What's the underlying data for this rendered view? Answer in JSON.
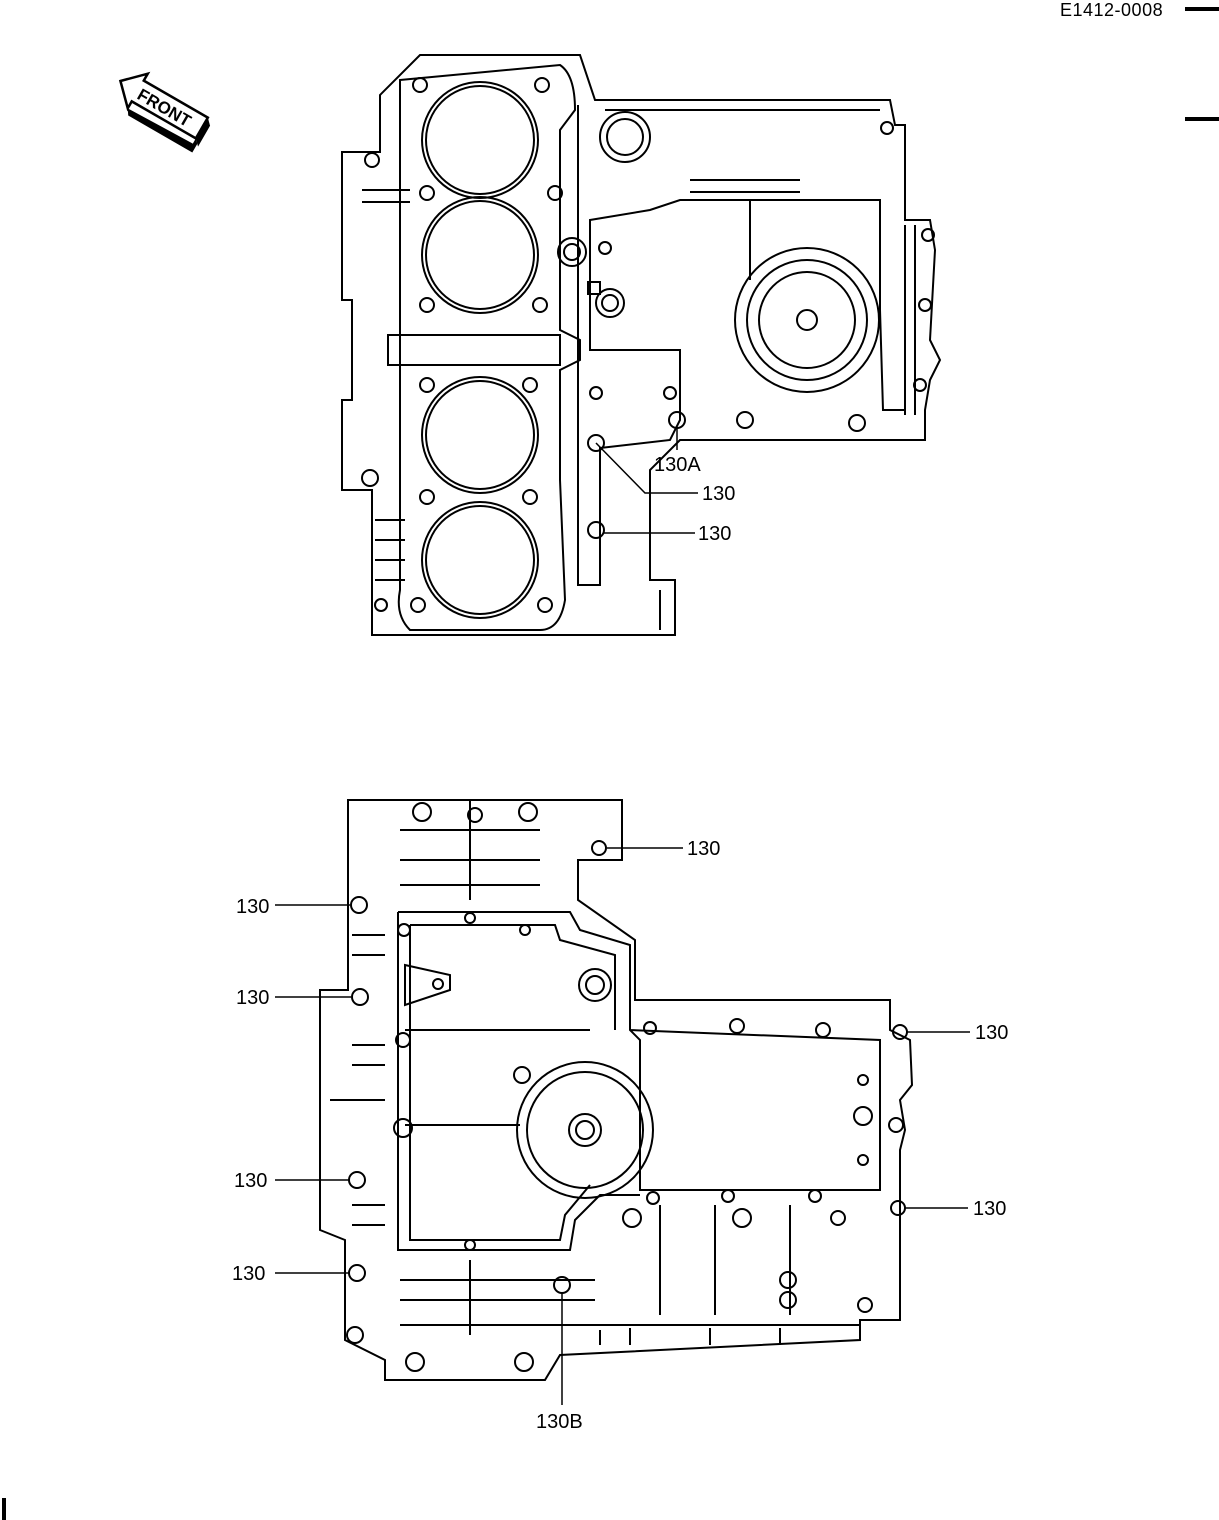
{
  "drawing_code": "E1412-0008",
  "front_arrow": {
    "label": "FRONT"
  },
  "upper_crankcase": {
    "callouts": [
      {
        "id": "c-130A",
        "text": "130A"
      },
      {
        "id": "c-130-u1",
        "text": "130"
      },
      {
        "id": "c-130-u2",
        "text": "130"
      }
    ]
  },
  "lower_crankcase": {
    "callouts": [
      {
        "id": "c-130-l1",
        "text": "130"
      },
      {
        "id": "c-130-l2",
        "text": "130"
      },
      {
        "id": "c-130-l3",
        "text": "130"
      },
      {
        "id": "c-130-l4",
        "text": "130"
      },
      {
        "id": "c-130-l5",
        "text": "130"
      },
      {
        "id": "c-130-l6",
        "text": "130"
      },
      {
        "id": "c-130-l7",
        "text": "130"
      },
      {
        "id": "c-130B",
        "text": "130B"
      }
    ]
  },
  "colors": {
    "ink": "#000000",
    "paper": "#ffffff"
  }
}
